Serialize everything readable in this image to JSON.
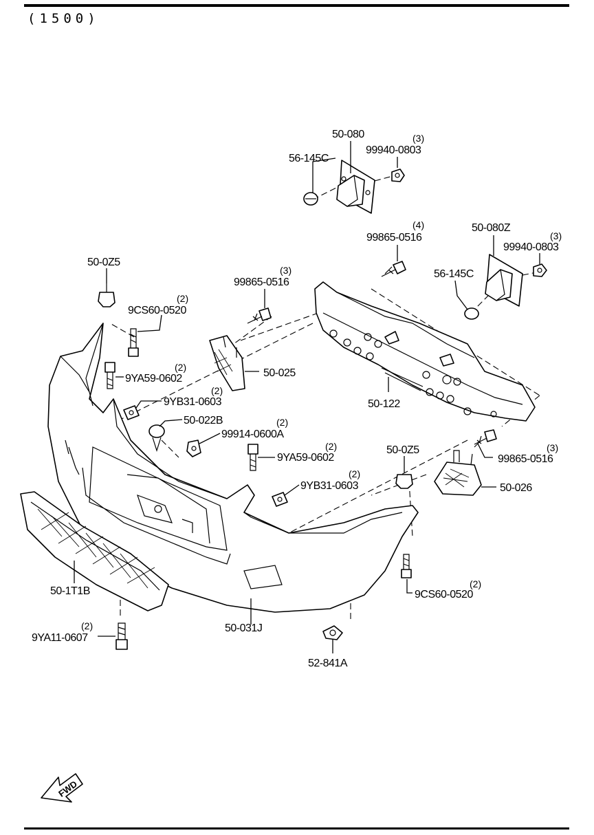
{
  "diagram": {
    "header_code": "(1500)",
    "fwd_label": "FWD",
    "callouts": {
      "p50_080": "50-080",
      "p56_145c_top": "56-145C",
      "p99940_0803_top": "99940-0803",
      "p99940_0803_top_qty": "(3)",
      "p99865_0516_a": "99865-0516",
      "p99865_0516_a_qty": "(4)",
      "p50_080z": "50-080Z",
      "p99940_0803_r": "99940-0803",
      "p99940_0803_r_qty": "(3)",
      "p56_145c_r": "56-145C",
      "p50_0z5_l": "50-0Z5",
      "p99865_0516_b": "99865-0516",
      "p99865_0516_b_qty": "(3)",
      "p9cs60_0520_l": "9CS60-0520",
      "p9cs60_0520_l_qty": "(2)",
      "p9ya59_0602_l": "9YA59-0602",
      "p9ya59_0602_l_qty": "(2)",
      "p50_025": "50-025",
      "p9yb31_0603_l": "9YB31-0603",
      "p9yb31_0603_l_qty": "(2)",
      "p50_122": "50-122",
      "p50_022b": "50-022B",
      "p99914_0600a": "99914-0600A",
      "p99914_0600a_qty": "(2)",
      "p9ya59_0602_m": "9YA59-0602",
      "p9ya59_0602_m_qty": "(2)",
      "p50_0z5_r": "50-0Z5",
      "p99865_0516_c": "99865-0516",
      "p99865_0516_c_qty": "(3)",
      "p9yb31_0603_m": "9YB31-0603",
      "p9yb31_0603_m_qty": "(2)",
      "p50_026": "50-026",
      "p50_1t1b": "50-1T1B",
      "p9cs60_0520_r": "9CS60-0520",
      "p9cs60_0520_r_qty": "(2)",
      "p50_031j": "50-031J",
      "p9ya11_0607": "9YA11-0607",
      "p9ya11_0607_qty": "(2)",
      "p52_841a": "52-841A"
    }
  }
}
